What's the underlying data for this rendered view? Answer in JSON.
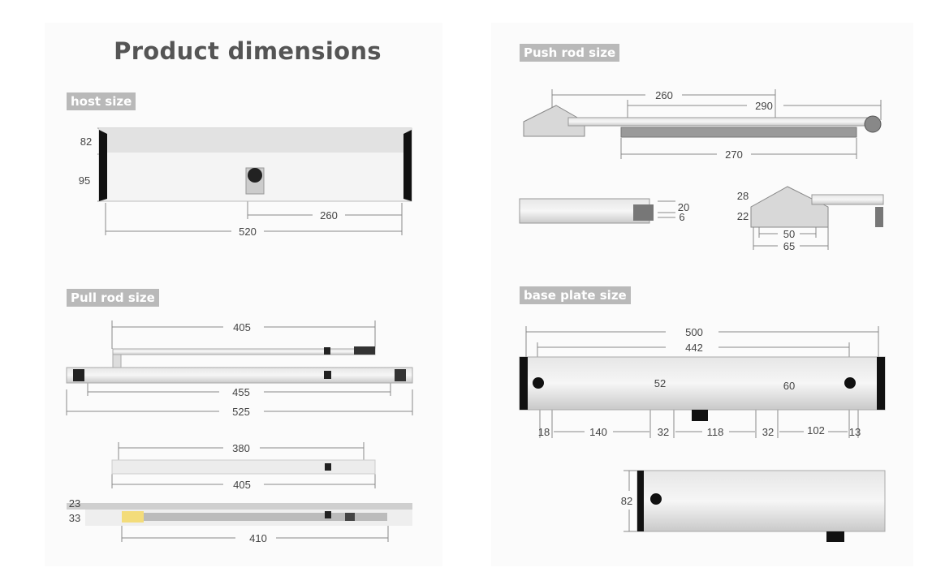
{
  "title": "Product dimensions",
  "sections": {
    "host": {
      "label": "host size",
      "dims": {
        "top_height": "82",
        "bottom_height": "95",
        "knob_offset": "260",
        "length": "520"
      }
    },
    "pull_rod": {
      "label": "Pull rod size",
      "dims": {
        "arm_length": "405",
        "hole_spacing": "455",
        "total_length": "525",
        "plate_hole_spacing": "380",
        "plate_length": "405",
        "rail_top": "23",
        "rail_height": "33",
        "slot_length": "410"
      }
    },
    "push_rod": {
      "label": "Push rod size",
      "dims": {
        "arm_a": "260",
        "arm_b": "290",
        "arm_c": "270",
        "roller_dia": "20",
        "roller_height": "6",
        "bracket_top": "28",
        "bracket_bottom": "22",
        "bracket_hole_spacing": "50",
        "bracket_width": "65"
      }
    },
    "base_plate": {
      "label": "base plate size",
      "dims": {
        "total": "500",
        "hole_spacing": "442",
        "v1": "52",
        "v2": "60",
        "height": "82",
        "segments": [
          "18",
          "140",
          "32",
          "118",
          "32",
          "102",
          "13"
        ]
      }
    }
  }
}
